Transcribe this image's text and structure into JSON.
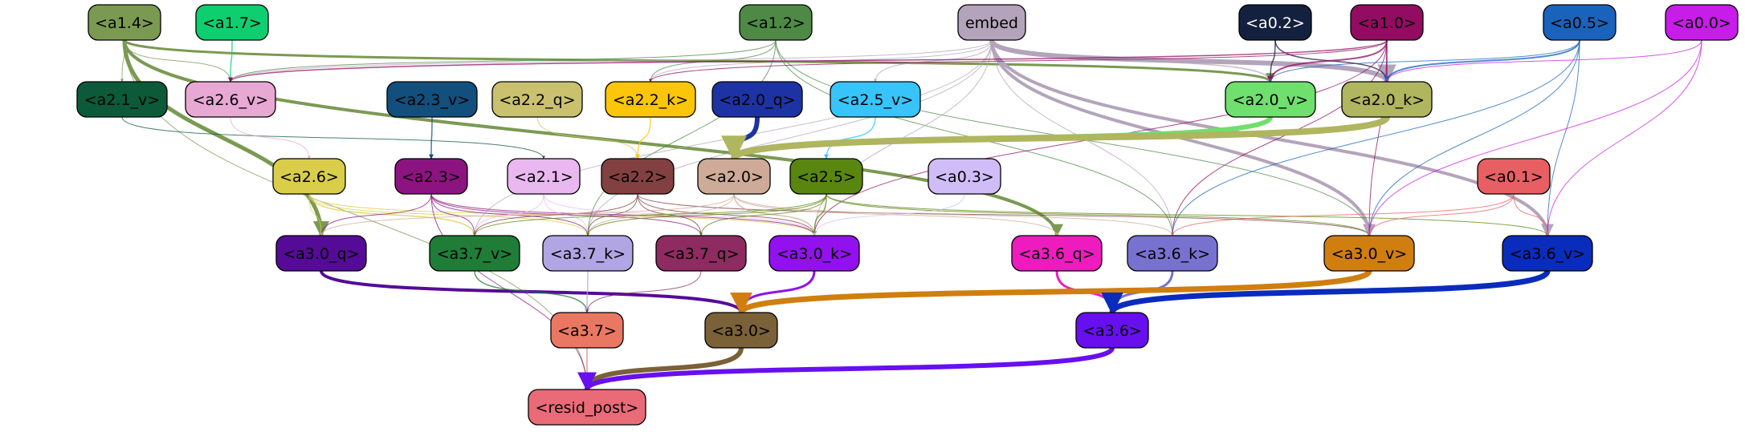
{
  "graph": {
    "nodes": [
      {
        "id": "a1_4",
        "label": "<a1.4>",
        "fill": "#7a9a52",
        "text": "#000000"
      },
      {
        "id": "a1_7",
        "label": "<a1.7>",
        "fill": "#0ecf6f",
        "text": "#000000"
      },
      {
        "id": "a1_2",
        "label": "<a1.2>",
        "fill": "#4e8a45",
        "text": "#000000"
      },
      {
        "id": "embed",
        "label": "embed",
        "fill": "#b4a4bb",
        "text": "#000000"
      },
      {
        "id": "a0_2",
        "label": "<a0.2>",
        "fill": "#13213e",
        "text": "#ffffff"
      },
      {
        "id": "a1_0",
        "label": "<a1.0>",
        "fill": "#930c61",
        "text": "#000000"
      },
      {
        "id": "a0_5",
        "label": "<a0.5>",
        "fill": "#1a63bc",
        "text": "#000000"
      },
      {
        "id": "a0_0",
        "label": "<a0.0>",
        "fill": "#c81ce8",
        "text": "#000000"
      },
      {
        "id": "a2_1_v",
        "label": "<a2.1_v>",
        "fill": "#0c5a3a",
        "text": "#000000"
      },
      {
        "id": "a2_6_v",
        "label": "<a2.6_v>",
        "fill": "#e8a8d4",
        "text": "#000000"
      },
      {
        "id": "a2_3_v",
        "label": "<a2.3_v>",
        "fill": "#124f7c",
        "text": "#000000"
      },
      {
        "id": "a2_2_q",
        "label": "<a2.2_q>",
        "fill": "#c9c16e",
        "text": "#000000"
      },
      {
        "id": "a2_2_k",
        "label": "<a2.2_k>",
        "fill": "#fbc50a",
        "text": "#000000"
      },
      {
        "id": "a2_0_q",
        "label": "<a2.0_q>",
        "fill": "#1d33a3",
        "text": "#000000"
      },
      {
        "id": "a2_5_v",
        "label": "<a2.5_v>",
        "fill": "#37c4fb",
        "text": "#000000"
      },
      {
        "id": "a2_0_v",
        "label": "<a2.0_v>",
        "fill": "#6fdf6d",
        "text": "#000000"
      },
      {
        "id": "a2_0_k",
        "label": "<a2.0_k>",
        "fill": "#b0b55f",
        "text": "#000000"
      },
      {
        "id": "a2_6",
        "label": "<a2.6>",
        "fill": "#d9cd4a",
        "text": "#000000"
      },
      {
        "id": "a2_3",
        "label": "<a2.3>",
        "fill": "#8c1481",
        "text": "#000000"
      },
      {
        "id": "a2_1",
        "label": "<a2.1>",
        "fill": "#e9b8ef",
        "text": "#000000"
      },
      {
        "id": "a2_2",
        "label": "<a2.2>",
        "fill": "#824040",
        "text": "#000000"
      },
      {
        "id": "a2_0",
        "label": "<a2.0>",
        "fill": "#cdab98",
        "text": "#000000"
      },
      {
        "id": "a2_5",
        "label": "<a2.5>",
        "fill": "#59860e",
        "text": "#000000"
      },
      {
        "id": "a0_3",
        "label": "<a0.3>",
        "fill": "#d0bdf7",
        "text": "#000000"
      },
      {
        "id": "a0_1",
        "label": "<a0.1>",
        "fill": "#e75f62",
        "text": "#000000"
      },
      {
        "id": "a3_0_q",
        "label": "<a3.0_q>",
        "fill": "#550b97",
        "text": "#000000"
      },
      {
        "id": "a3_7_v",
        "label": "<a3.7_v>",
        "fill": "#1f7d37",
        "text": "#000000"
      },
      {
        "id": "a3_7_k",
        "label": "<a3.7_k>",
        "fill": "#b1a5e3",
        "text": "#000000"
      },
      {
        "id": "a3_7_q",
        "label": "<a3.7_q>",
        "fill": "#8e2b60",
        "text": "#000000"
      },
      {
        "id": "a3_0_k",
        "label": "<a3.0_k>",
        "fill": "#9211ee",
        "text": "#000000"
      },
      {
        "id": "a3_6_q",
        "label": "<a3.6_q>",
        "fill": "#ee1cbf",
        "text": "#000000"
      },
      {
        "id": "a3_6_k",
        "label": "<a3.6_k>",
        "fill": "#7772cf",
        "text": "#000000"
      },
      {
        "id": "a3_0_v",
        "label": "<a3.0_v>",
        "fill": "#d07e10",
        "text": "#000000"
      },
      {
        "id": "a3_6_v",
        "label": "<a3.6_v>",
        "fill": "#0a2cbd",
        "text": "#000000"
      },
      {
        "id": "a3_7",
        "label": "<a3.7>",
        "fill": "#ea7762",
        "text": "#000000"
      },
      {
        "id": "a3_0",
        "label": "<a3.0>",
        "fill": "#7a6138",
        "text": "#000000"
      },
      {
        "id": "a3_6",
        "label": "<a3.6>",
        "fill": "#680ff0",
        "text": "#000000"
      },
      {
        "id": "resid_post",
        "label": "<resid_post>",
        "fill": "#ea6b78",
        "text": "#000000"
      }
    ],
    "edges": [
      {
        "from": "a1_4",
        "to": "a2_1_v",
        "color": "#7a9a52",
        "width": 1
      },
      {
        "from": "a1_4",
        "to": "a2_6_v",
        "color": "#7a9a52",
        "width": 1
      },
      {
        "from": "a1_4",
        "to": "a3_0_q",
        "color": "#7a9a52",
        "width": 5
      },
      {
        "from": "a1_4",
        "to": "a2_0_v",
        "color": "#7a9a52",
        "width": 3
      },
      {
        "from": "a1_4",
        "to": "a3_6_q",
        "color": "#7a9a52",
        "width": 4
      },
      {
        "from": "a1_4",
        "to": "resid_post",
        "color": "#7a9a52",
        "width": 1
      },
      {
        "from": "a1_7",
        "to": "a2_6_v",
        "color": "#0ecf6f",
        "width": 1.5
      },
      {
        "from": "a1_2",
        "to": "a2_6_v",
        "color": "#4e8a45",
        "width": 1
      },
      {
        "from": "a1_2",
        "to": "a2_2_k",
        "color": "#4e8a45",
        "width": 1
      },
      {
        "from": "a1_2",
        "to": "a3_6_k",
        "color": "#4e8a45",
        "width": 1
      },
      {
        "from": "a1_2",
        "to": "a3_7_k",
        "color": "#4e8a45",
        "width": 1
      },
      {
        "from": "a1_2",
        "to": "a3_0_v",
        "color": "#4e8a45",
        "width": 1
      },
      {
        "from": "embed",
        "to": "a2_0_k",
        "color": "#b4a4bb",
        "width": 6
      },
      {
        "from": "embed",
        "to": "a3_0_v",
        "color": "#b4a4bb",
        "width": 4
      },
      {
        "from": "embed",
        "to": "a3_6_v",
        "color": "#b4a4bb",
        "width": 4
      },
      {
        "from": "embed",
        "to": "a2_0_v",
        "color": "#b4a4bb",
        "width": 1.5
      },
      {
        "from": "embed",
        "to": "a3_6_k",
        "color": "#b4a4bb",
        "width": 1
      },
      {
        "from": "embed",
        "to": "a3_0_k",
        "color": "#b4a4bb",
        "width": 1
      },
      {
        "from": "embed",
        "to": "a3_7_v",
        "color": "#b4a4bb",
        "width": 1
      },
      {
        "from": "embed",
        "to": "a2_5_v",
        "color": "#b4a4bb",
        "width": 1
      },
      {
        "from": "embed",
        "to": "a2_2_k",
        "color": "#b4a4bb",
        "width": 1
      },
      {
        "from": "embed",
        "to": "a3_7_k",
        "color": "#b4a4bb",
        "width": 1
      },
      {
        "from": "embed",
        "to": "a2_6_v",
        "color": "#b4a4bb",
        "width": 1
      },
      {
        "from": "a0_2",
        "to": "a2_0_v",
        "color": "#13213e",
        "width": 1.5
      },
      {
        "from": "a0_2",
        "to": "a2_0_k",
        "color": "#13213e",
        "width": 1.5
      },
      {
        "from": "a1_0",
        "to": "a2_0_v",
        "color": "#930c61",
        "width": 2
      },
      {
        "from": "a1_0",
        "to": "a2_0_k",
        "color": "#930c61",
        "width": 1.5
      },
      {
        "from": "a1_0",
        "to": "a2_6_v",
        "color": "#930c61",
        "width": 1.5
      },
      {
        "from": "a1_0",
        "to": "a3_0_v",
        "color": "#930c61",
        "width": 1
      },
      {
        "from": "a1_0",
        "to": "a3_6_k",
        "color": "#930c61",
        "width": 1
      },
      {
        "from": "a1_0",
        "to": "a3_0_k",
        "color": "#930c61",
        "width": 1
      },
      {
        "from": "a1_0",
        "to": "a2_2_k",
        "color": "#930c61",
        "width": 1
      },
      {
        "from": "a0_5",
        "to": "a2_0_k",
        "color": "#1a63bc",
        "width": 2
      },
      {
        "from": "a0_5",
        "to": "a2_0_v",
        "color": "#1a63bc",
        "width": 1
      },
      {
        "from": "a0_5",
        "to": "a3_0_v",
        "color": "#1a63bc",
        "width": 1
      },
      {
        "from": "a0_5",
        "to": "a3_6_v",
        "color": "#1a63bc",
        "width": 1
      },
      {
        "from": "a0_5",
        "to": "a3_6_k",
        "color": "#1a63bc",
        "width": 1
      },
      {
        "from": "a0_0",
        "to": "a2_0_k",
        "color": "#c81ce8",
        "width": 1
      },
      {
        "from": "a0_0",
        "to": "a3_0_v",
        "color": "#c81ce8",
        "width": 1
      },
      {
        "from": "a0_0",
        "to": "a3_6_v",
        "color": "#c81ce8",
        "width": 1
      },
      {
        "from": "a2_1_v",
        "to": "a2_1",
        "color": "#0c5a3a",
        "width": 1
      },
      {
        "from": "a2_6_v",
        "to": "a2_6",
        "color": "#e8a8d4",
        "width": 1
      },
      {
        "from": "a2_3_v",
        "to": "a2_3",
        "color": "#124f7c",
        "width": 1.5
      },
      {
        "from": "a2_2_q",
        "to": "a2_2",
        "color": "#c9c16e",
        "width": 1
      },
      {
        "from": "a2_2_k",
        "to": "a2_2",
        "color": "#fbc50a",
        "width": 1.5
      },
      {
        "from": "a2_0_q",
        "to": "a2_0",
        "color": "#1d33a3",
        "width": 6
      },
      {
        "from": "a2_5_v",
        "to": "a2_5",
        "color": "#37c4fb",
        "width": 1.5
      },
      {
        "from": "a2_0_v",
        "to": "a2_0",
        "color": "#6fdf6d",
        "width": 6
      },
      {
        "from": "a2_0_k",
        "to": "a2_0",
        "color": "#b0b55f",
        "width": 8
      },
      {
        "from": "a2_6",
        "to": "a3_0_q",
        "color": "#d9cd4a",
        "width": 1
      },
      {
        "from": "a2_6",
        "to": "a3_7_v",
        "color": "#d9cd4a",
        "width": 1.5
      },
      {
        "from": "a2_6",
        "to": "a3_7_k",
        "color": "#d9cd4a",
        "width": 1
      },
      {
        "from": "a2_6",
        "to": "a3_0_k",
        "color": "#d9cd4a",
        "width": 1
      },
      {
        "from": "a2_3",
        "to": "a3_0_q",
        "color": "#8c1481",
        "width": 1
      },
      {
        "from": "a2_3",
        "to": "a3_7_v",
        "color": "#8c1481",
        "width": 1
      },
      {
        "from": "a2_3",
        "to": "a3_7_k",
        "color": "#8c1481",
        "width": 1
      },
      {
        "from": "a2_3",
        "to": "a3_7_q",
        "color": "#8c1481",
        "width": 1
      },
      {
        "from": "a2_3",
        "to": "a3_0_k",
        "color": "#8c1481",
        "width": 1
      },
      {
        "from": "a2_3",
        "to": "resid_post",
        "color": "#8c1481",
        "width": 1
      },
      {
        "from": "a2_1",
        "to": "a3_7_v",
        "color": "#e9b8ef",
        "width": 1
      },
      {
        "from": "a2_1",
        "to": "a3_7_k",
        "color": "#e9b8ef",
        "width": 1
      },
      {
        "from": "a2_1",
        "to": "a3_0_k",
        "color": "#e9b8ef",
        "width": 1
      },
      {
        "from": "a2_2",
        "to": "a3_7_v",
        "color": "#824040",
        "width": 1
      },
      {
        "from": "a2_2",
        "to": "a3_7_k",
        "color": "#824040",
        "width": 1
      },
      {
        "from": "a2_2",
        "to": "a3_7_q",
        "color": "#824040",
        "width": 1
      },
      {
        "from": "a2_2",
        "to": "a3_0_k",
        "color": "#824040",
        "width": 1
      },
      {
        "from": "a2_2",
        "to": "a3_0_v",
        "color": "#824040",
        "width": 1
      },
      {
        "from": "a2_0",
        "to": "a3_0_q",
        "color": "#cdab98",
        "width": 1
      },
      {
        "from": "a2_0",
        "to": "a3_7_k",
        "color": "#cdab98",
        "width": 1
      },
      {
        "from": "a2_0",
        "to": "a3_0_k",
        "color": "#cdab98",
        "width": 1.5
      },
      {
        "from": "a2_0",
        "to": "a3_6_k",
        "color": "#cdab98",
        "width": 1
      },
      {
        "from": "a2_0",
        "to": "a3_6_q",
        "color": "#cdab98",
        "width": 1
      },
      {
        "from": "a2_5",
        "to": "a3_7_v",
        "color": "#59860e",
        "width": 1
      },
      {
        "from": "a2_5",
        "to": "a3_7_k",
        "color": "#59860e",
        "width": 1
      },
      {
        "from": "a2_5",
        "to": "a3_7_q",
        "color": "#59860e",
        "width": 1
      },
      {
        "from": "a2_5",
        "to": "a3_0_k",
        "color": "#59860e",
        "width": 1.5
      },
      {
        "from": "a2_5",
        "to": "a3_0_v",
        "color": "#59860e",
        "width": 1
      },
      {
        "from": "a2_5",
        "to": "a3_6_v",
        "color": "#59860e",
        "width": 1
      },
      {
        "from": "a0_3",
        "to": "a3_0_k",
        "color": "#d0bdf7",
        "width": 1
      },
      {
        "from": "a0_1",
        "to": "a3_0_v",
        "color": "#e75f62",
        "width": 1
      },
      {
        "from": "a0_1",
        "to": "a3_6_v",
        "color": "#e75f62",
        "width": 1
      },
      {
        "from": "a0_1",
        "to": "a3_6_k",
        "color": "#e75f62",
        "width": 1
      },
      {
        "from": "a3_0_q",
        "to": "a3_0",
        "color": "#550b97",
        "width": 4
      },
      {
        "from": "a3_7_v",
        "to": "a3_7",
        "color": "#1f7d37",
        "width": 1.5
      },
      {
        "from": "a3_7_k",
        "to": "a3_7",
        "color": "#b1a5e3",
        "width": 1.5
      },
      {
        "from": "a3_7_q",
        "to": "a3_7",
        "color": "#8e2b60",
        "width": 1
      },
      {
        "from": "a3_0_k",
        "to": "a3_0",
        "color": "#9211ee",
        "width": 3
      },
      {
        "from": "a3_6_q",
        "to": "a3_6",
        "color": "#ee1cbf",
        "width": 3
      },
      {
        "from": "a3_6_k",
        "to": "a3_6",
        "color": "#7772cf",
        "width": 3
      },
      {
        "from": "a3_0_v",
        "to": "a3_0",
        "color": "#d07e10",
        "width": 7
      },
      {
        "from": "a3_6_v",
        "to": "a3_6",
        "color": "#0a2cbd",
        "width": 7
      },
      {
        "from": "a3_7",
        "to": "resid_post",
        "color": "#ea7762",
        "width": 1.5
      },
      {
        "from": "a3_0",
        "to": "resid_post",
        "color": "#7a6138",
        "width": 6
      },
      {
        "from": "a3_6",
        "to": "resid_post",
        "color": "#680ff0",
        "width": 6
      }
    ]
  }
}
